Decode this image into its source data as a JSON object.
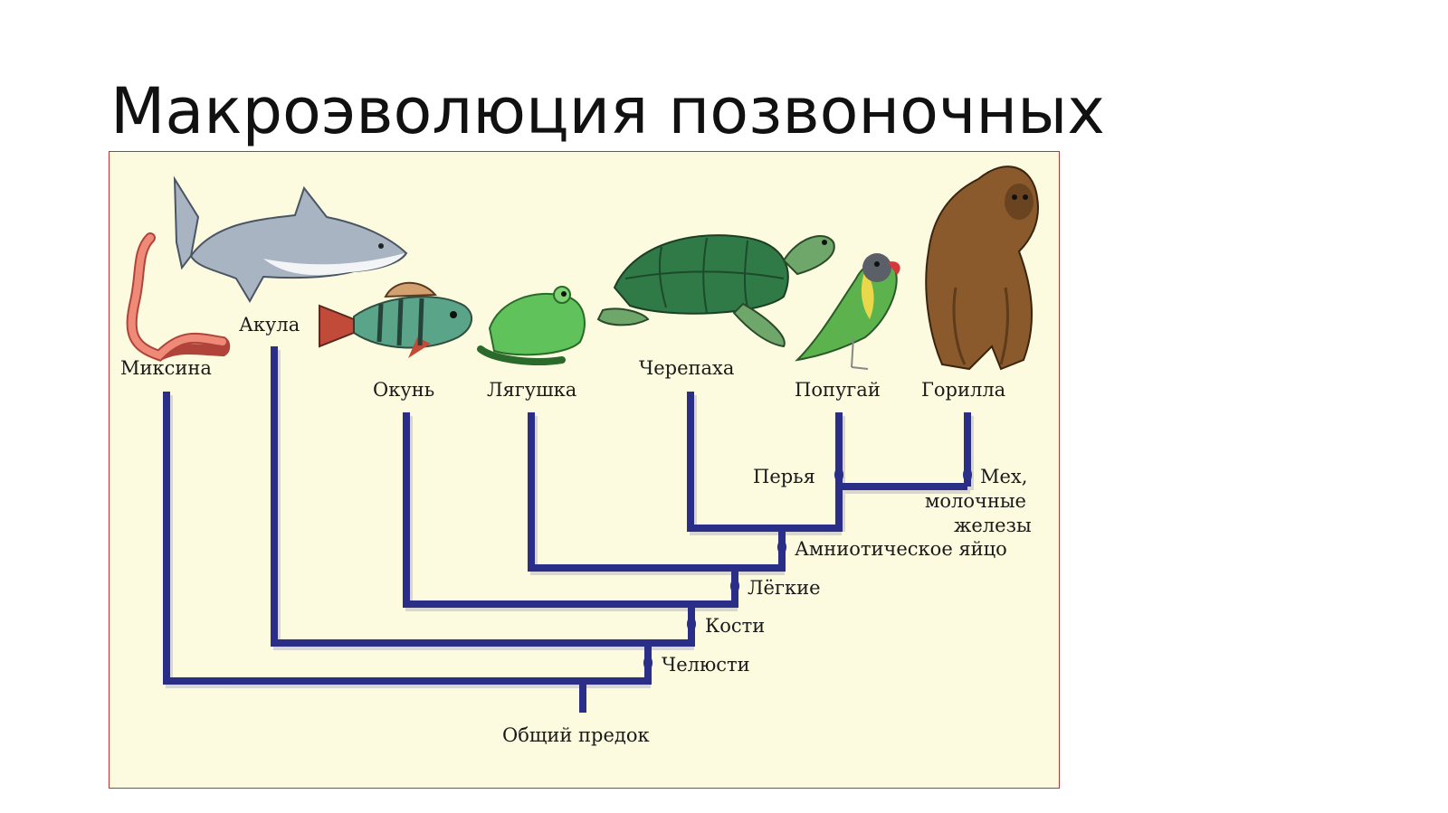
{
  "title": "Макроэволюция позвоночных",
  "colors": {
    "branch": "#2a2e86",
    "figure_background": "#fdfbdf",
    "figure_border": "#c8322e"
  },
  "taxa": {
    "hagfish": "Миксина",
    "shark": "Акула",
    "perch": "Окунь",
    "frog": "Лягушка",
    "turtle": "Черепаха",
    "parrot": "Попугай",
    "gorilla": "Горилла"
  },
  "traits": {
    "feathers": "Перья",
    "fur_line1": "Мех,",
    "fur_line2": "молочные",
    "fur_line3": "железы",
    "amniotic_egg": "Амниотическое яйцо",
    "lungs": "Лёгкие",
    "bones": "Кости",
    "jaws": "Челюсти"
  },
  "root": "Общий предок",
  "icons": [
    "hagfish-icon",
    "shark-icon",
    "perch-icon",
    "frog-icon",
    "turtle-icon",
    "parrot-icon",
    "gorilla-icon"
  ]
}
